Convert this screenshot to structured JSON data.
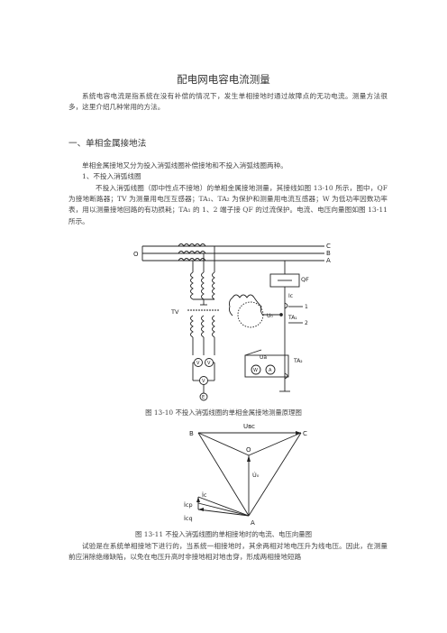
{
  "doc": {
    "title": "配电网电容电流测量",
    "intro": "系统电容电流是指系统在没有补偿的情况下，发生单相接地时通过故障点的无功电流。测量方法很多，这里介绍几种常用的方法。",
    "section1_heading": "一、单相金属接地法",
    "section1_p1": "单相金属接地又分为投入消弧线圈补偿接地和不投入消弧线圈两种。",
    "sub1_heading": "1、不投入消弧线圈",
    "sub1_p1": "不投入消弧线圈（即中性点不接地）的单相金属接地测量，其接线如图 13-10 所示，图中，QF 为接地断路器；TV 为测量用电压互感器；TA₁、TA₂ 为保护和测量用电流互感器；W 为低功率因数功率表，用以测量接地回路的有功损耗；TA₁ 的 1、2 端子接 QF 的过流保护。电流、电压向量图如图 13-11 所示。",
    "fig1_caption": "图 13-10 不投入消弧线圈的单相金属接地测量原理图",
    "fig2_caption": "图 13-11 不投入消弧线圈的单相接地时的电流、电压向量图",
    "final_p": "试验是在系统单相接地下进行的，当系统一相接地时，其余两相对地电压升为线电压。因此，在测量前应消除绝缘缺陷，以免在电压升高时非接地相对地击穿，形成两相接地短路"
  },
  "fig1_labels": {
    "o": "O",
    "c": "C",
    "b": "B",
    "a": "A",
    "qf": "QF",
    "ic": "Ic",
    "ta1": "TA₁",
    "t1": "1",
    "t2": "2",
    "tv": "TV",
    "u0": "U₀",
    "ua": "Ua",
    "ta2": "TA₂",
    "w": "W",
    "amp": "A",
    "v1": "V",
    "v2": "V",
    "v3": "V",
    "e": "E"
  },
  "fig2_labels": {
    "ubc": "Uʙᴄ",
    "b": "B",
    "c": "C",
    "o": "O",
    "a": "A",
    "u0": "U̇₀",
    "ic": "İc",
    "icp": "İcp",
    "icq": "İcq"
  }
}
